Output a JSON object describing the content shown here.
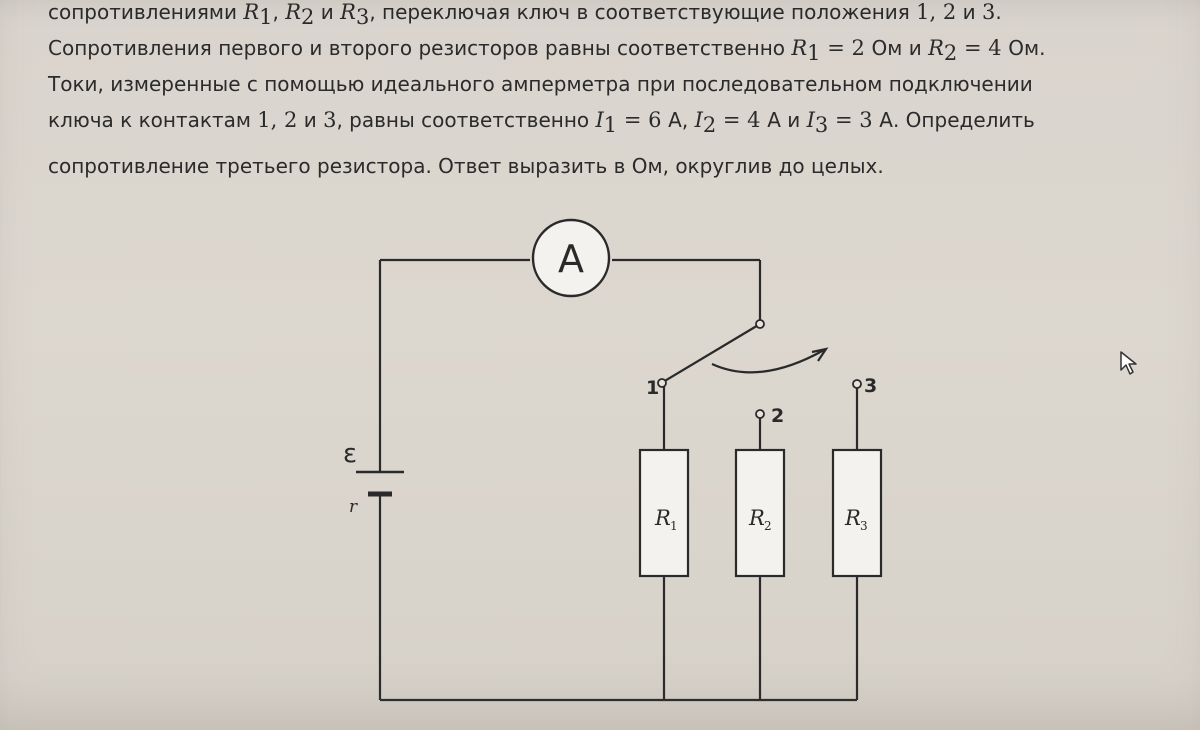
{
  "problem": {
    "line1": {
      "a": "сопротивлениями ",
      "r1": "R",
      "r1_sub": "1",
      "comma1": ", ",
      "r2": "R",
      "r2_sub": "2",
      "and": " и ",
      "r3": "R",
      "r3_sub": "3",
      "b": ", переключая ключ в соответствующие положения ",
      "positions": "1, 2",
      "and2": " и ",
      "pos3": "3",
      "end": "."
    },
    "line2": {
      "a": "Сопротивления первого и второго резисторов равны соответственно ",
      "r1": "R",
      "r1_sub": "1",
      "eq1": " = 2 ",
      "unit1": "Ом и ",
      "r2": "R",
      "r2_sub": "2",
      "eq2": " = 4 ",
      "unit2": "Ом."
    },
    "line3": "Токи, измеренные с помощью идеального амперметра при последовательном подключении",
    "line4": {
      "a": "ключа к контактам ",
      "contacts": "1, 2",
      "and": " и ",
      "c3": "3",
      "b": ", равны соответственно ",
      "i1": "I",
      "i1_sub": "1",
      "i1_val": " = 6 ",
      "a1": "А, ",
      "i2": "I",
      "i2_sub": "2",
      "i2_val": " = 4 ",
      "a2": "А и ",
      "i3": "I",
      "i3_sub": "3",
      "i3_val": " = 3 ",
      "a3": "А. Определить"
    },
    "line5": "сопротивление третьего резистора. Ответ выразить в Ом, округлив до целых."
  },
  "circuit": {
    "ammeter_label": "A",
    "emf_label": "ε",
    "internal_resistance_label": "r",
    "contact_1": "1",
    "contact_2": "2",
    "contact_3": "3",
    "resistors": [
      {
        "letter": "R",
        "sub": "1"
      },
      {
        "letter": "R",
        "sub": "2"
      },
      {
        "letter": "R",
        "sub": "3"
      }
    ]
  },
  "icons": {
    "cursor": "mouse-pointer-icon"
  }
}
